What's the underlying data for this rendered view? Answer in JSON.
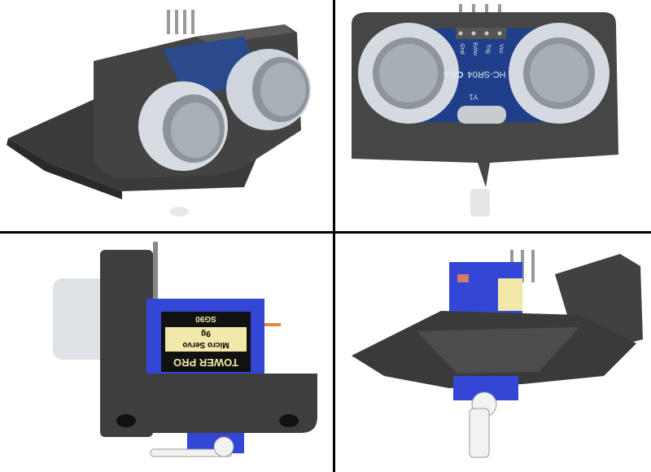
{
  "sensor": {
    "model": "HC-SR04",
    "crystal": "Y1",
    "brand": "CMA",
    "pins": [
      "Vcc",
      "Trig",
      "Echo",
      "Gnd"
    ]
  },
  "servo": {
    "brand": "TOWER PRO",
    "name": "Micro Servo",
    "weight": "9g",
    "model": "SG90"
  },
  "colors": {
    "mount": "#3f3f3f",
    "transducer": "#d8dde3",
    "pcb": "#1f3f8a",
    "servo": "#3346d6",
    "horn": "#f0f0f0",
    "label": "#f0e7a8",
    "divider": "#000000"
  }
}
